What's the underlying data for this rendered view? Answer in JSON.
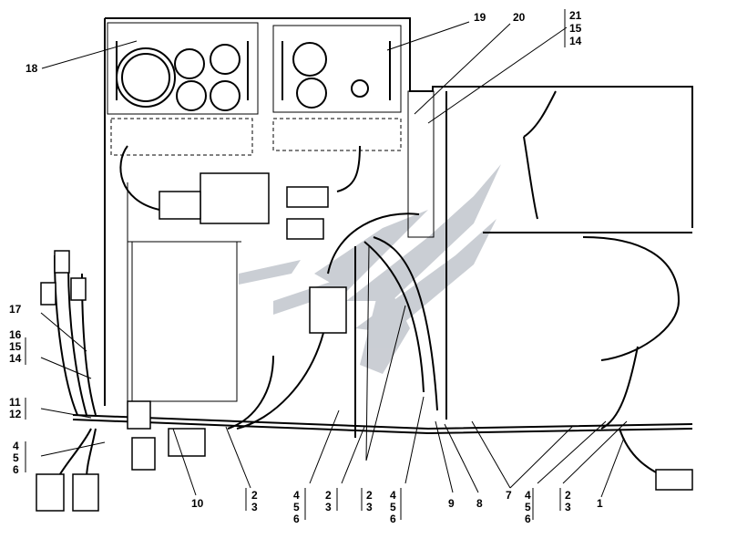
{
  "callouts": {
    "c18": "18",
    "c19": "19",
    "c20": "20",
    "c21": "21",
    "c15a": "15",
    "c14a": "14",
    "c17": "17",
    "c16": "16",
    "c15b": "15",
    "c14b": "14",
    "c11": "11",
    "c12": "12",
    "c4a": "4",
    "c5a": "5",
    "c6a": "6",
    "c10": "10",
    "c2a": "2",
    "c3a": "3",
    "c4b": "4",
    "c5b": "5",
    "c6b": "6",
    "c2b": "2",
    "c3b": "3",
    "c2c": "2",
    "c3c": "3",
    "c4c": "4",
    "c5c": "5",
    "c6c": "6",
    "c9": "9",
    "c8": "8",
    "c7": "7",
    "c4d": "4",
    "c5d": "5",
    "c6d": "6",
    "c2d": "2",
    "c3d": "3",
    "c1": "1"
  },
  "colors": {
    "line": "#000000",
    "watermark": "#b9bec6",
    "background": "#ffffff"
  }
}
